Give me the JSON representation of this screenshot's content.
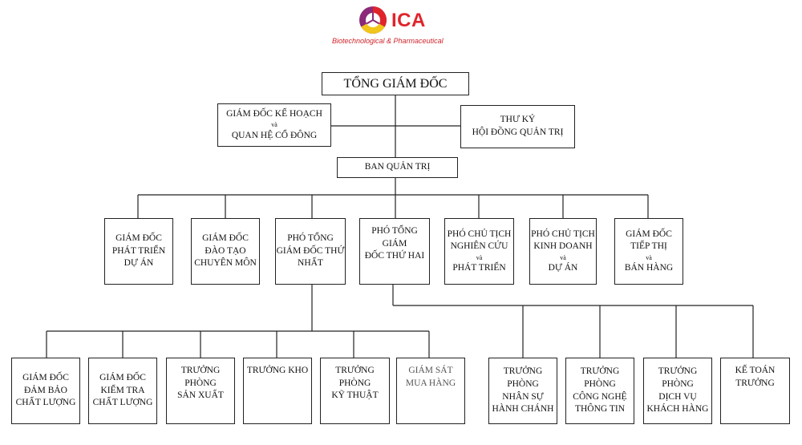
{
  "header": {
    "logo_text": "ICA",
    "subtitle": "Biotechnological & Pharmaceutical"
  },
  "ceo": {
    "label": "TỔNG GIÁM ĐỐC"
  },
  "planning": {
    "line1": "GIÁM ĐỐC KẾ HOẠCH",
    "joiner": "và",
    "line2": "QUAN HỆ CỔ ĐÔNG"
  },
  "secretary": {
    "line1": "THƯ KÝ",
    "line2": "HỘI ĐỒNG QUẢN TRỊ"
  },
  "board": {
    "label": "BAN QUẢN TRỊ"
  },
  "level2": {
    "dev": {
      "line1": "GIÁM ĐỐC",
      "line2": "PHÁT TRIỂN",
      "line3": "DỰ ÁN"
    },
    "training": {
      "line1": "GIÁM ĐỐC",
      "line2": "ĐÀO TẠO",
      "line3": "CHUYÊN MÔN"
    },
    "first_deputy": {
      "line1": "PHÓ TỔNG",
      "line2": "GIÁM ĐỐC THỨ",
      "line3": "NHẤT"
    },
    "second_deputy": {
      "line1": "PHÓ TỔNG GIÁM",
      "line2": "ĐỐC THỨ HAI"
    },
    "vp_research": {
      "line1": "PHÓ CHỦ TỊCH",
      "line2": "NGHIÊN CỨU",
      "joiner": "và",
      "line3": "PHÁT TRIỂN"
    },
    "vp_business": {
      "line1": "PHÓ CHỦ TỊCH",
      "line2": "KINH DOANH",
      "joiner": "và",
      "line3": "DỰ ÁN"
    },
    "marketing": {
      "line1": "GIÁM ĐỐC",
      "line2": "TIẾP THỊ",
      "joiner": "và",
      "line3": "BÁN HÀNG"
    }
  },
  "level3_left": {
    "qa": {
      "line1": "GIÁM ĐỐC",
      "line2": "ĐẢM BẢO",
      "line3": "CHẤT LƯỢNG"
    },
    "qc": {
      "line1": "GIÁM ĐỐC",
      "line2": "KIỂM TRA",
      "line3": "CHẤT LƯỢNG"
    },
    "production": {
      "line1": "TRƯỞNG PHÒNG",
      "line2": "SẢN XUẤT"
    },
    "warehouse": {
      "line1": "TRƯỞNG  KHO"
    },
    "technical": {
      "line1": "TRƯỞNG PHÒNG",
      "line2": "KỸ THUẬT"
    },
    "purchasing": {
      "line1": "GIÁM SÁT",
      "line2": "MUA HÀNG"
    }
  },
  "level3_right": {
    "hr": {
      "line1": "TRƯỞNG PHÒNG",
      "line2": "NHÂN SỰ",
      "line3": "HÀNH CHÁNH"
    },
    "it": {
      "line1": "TRƯỞNG PHÒNG",
      "line2": "CÔNG NGHỆ",
      "line3": "THÔNG TIN"
    },
    "cs": {
      "line1": "TRƯỞNG PHÒNG",
      "line2": "DỊCH VỤ",
      "line3": "KHÁCH HÀNG"
    },
    "accounting": {
      "line1": "KẾ TOÁN",
      "line2": "TRƯỞNG"
    }
  },
  "colors": {
    "brand": "#e0242b",
    "logo_purple": "#8a2a78",
    "logo_yellow": "#f2c51a",
    "line": "#222222"
  }
}
